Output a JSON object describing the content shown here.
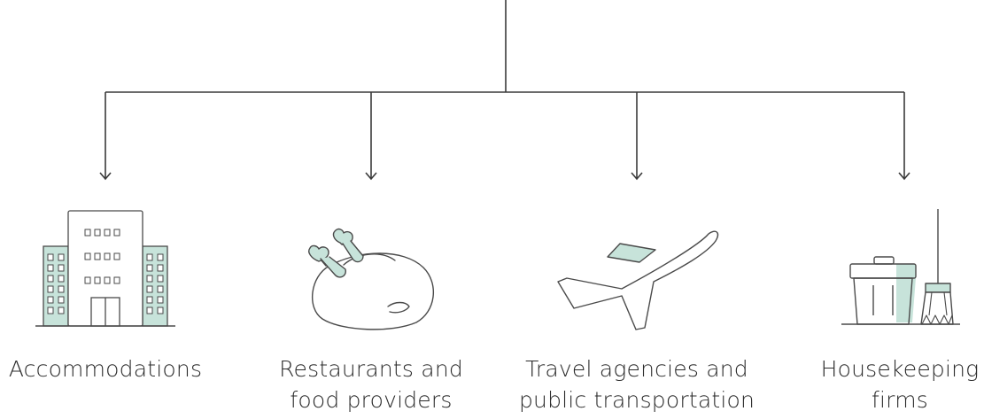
{
  "colors": {
    "line": "#3a3a3a",
    "accent": "#c7e3da"
  },
  "categories": [
    {
      "id": "accommodations",
      "icon": "building-icon",
      "label": [
        "Accommodations"
      ]
    },
    {
      "id": "restaurants",
      "icon": "roast-chicken-icon",
      "label": [
        "Restaurants and",
        "food providers"
      ]
    },
    {
      "id": "travel",
      "icon": "airplane-icon",
      "label": [
        "Travel agencies and",
        "public transportation"
      ]
    },
    {
      "id": "housekeeping",
      "icon": "trash-bin-and-broom-icon",
      "label": [
        "Housekeeping",
        "firms"
      ]
    }
  ]
}
